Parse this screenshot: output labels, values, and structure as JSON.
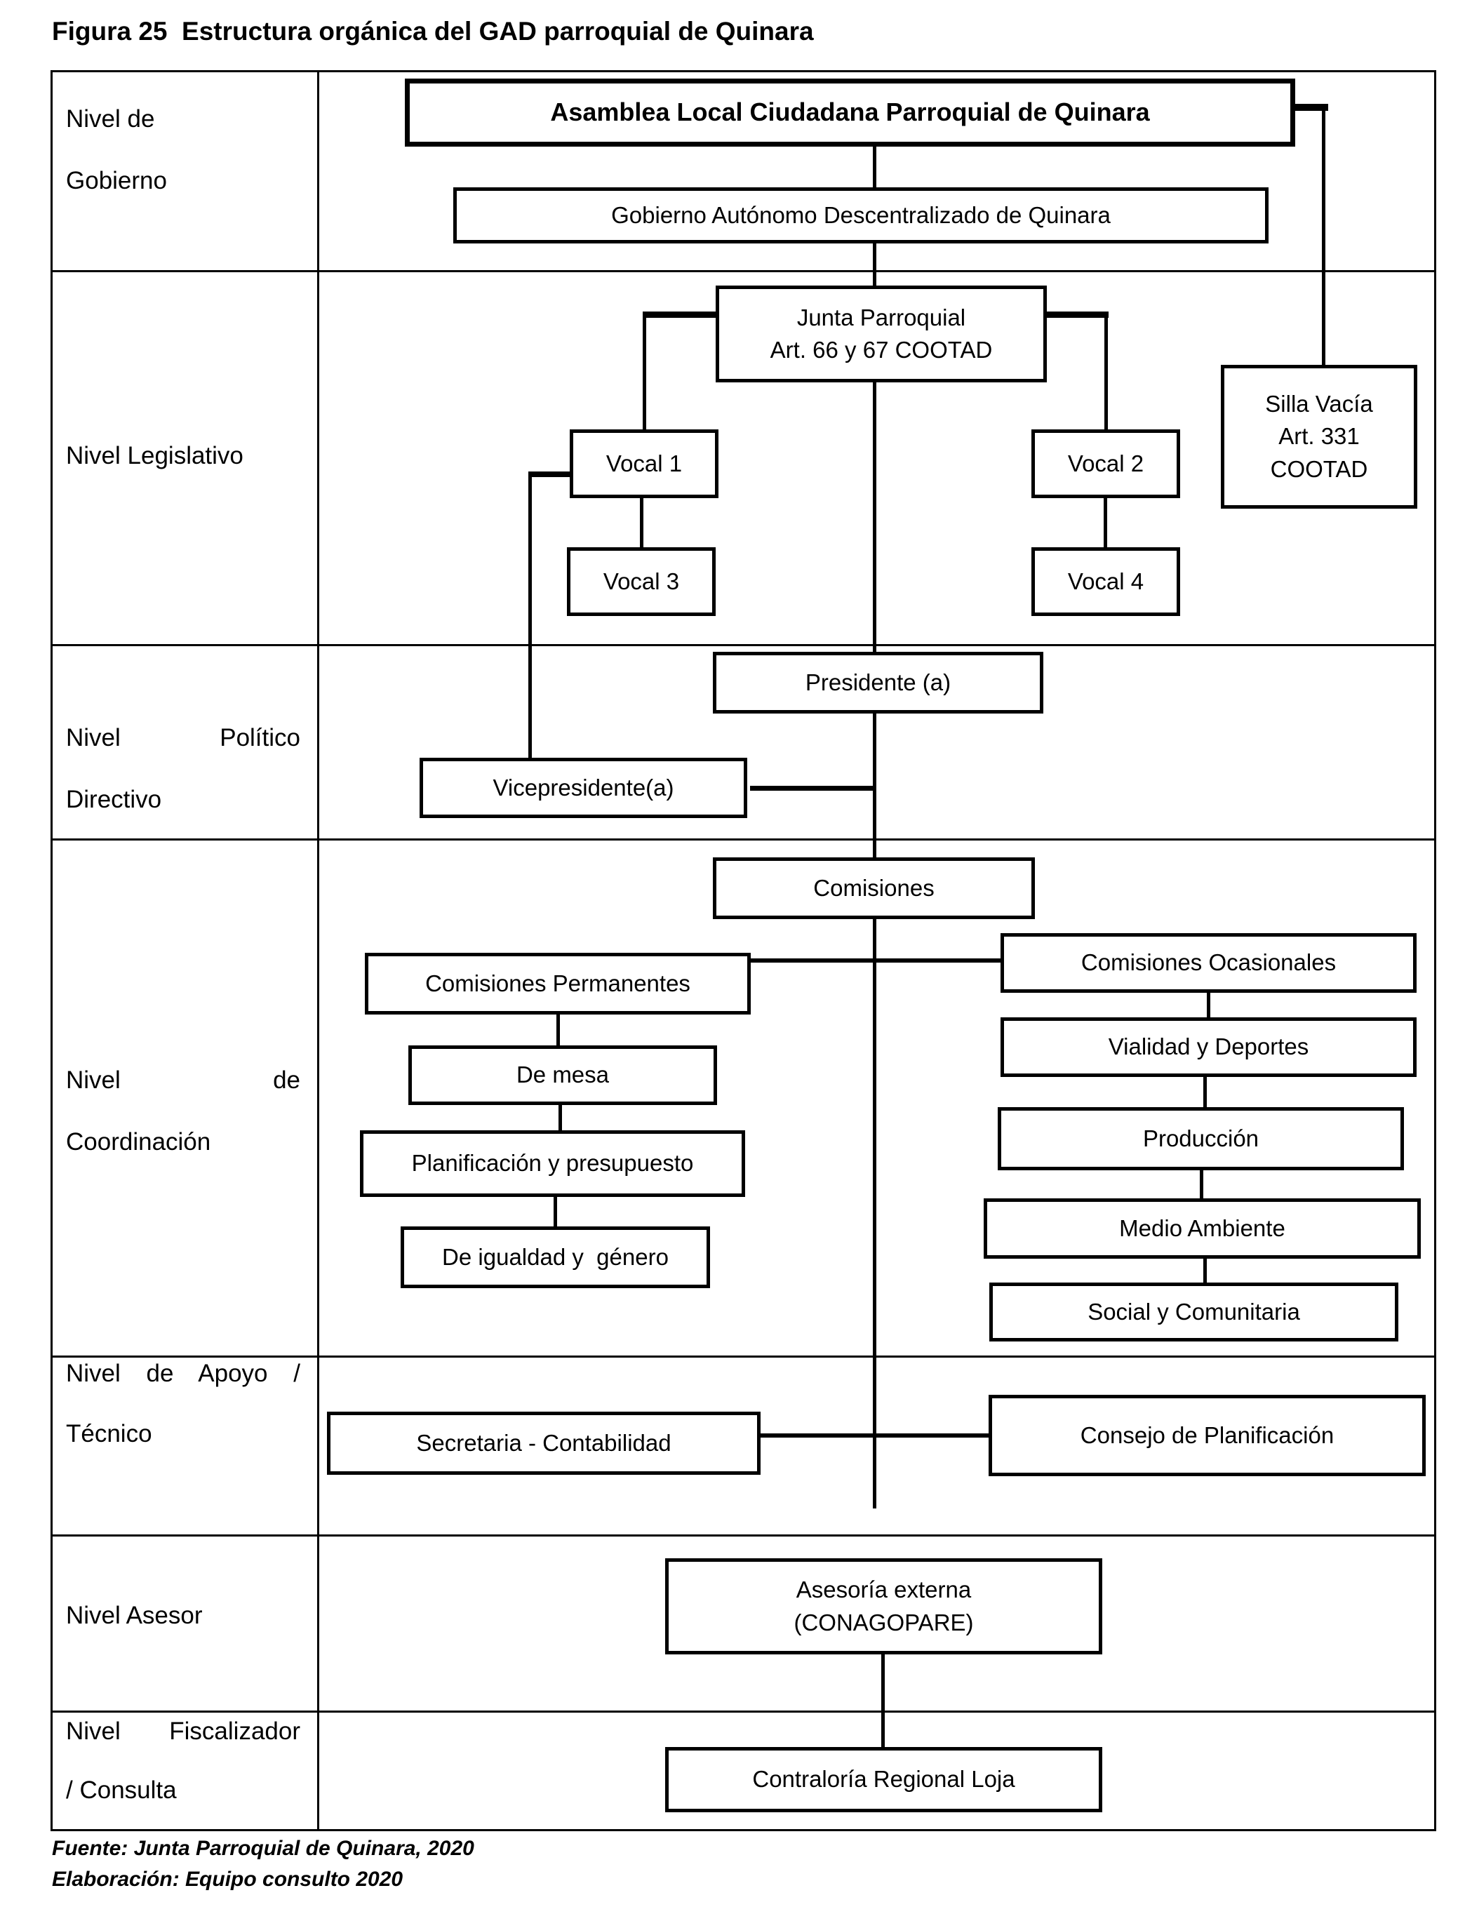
{
  "title": "Figura 25  Estructura orgánica del GAD parroquial de Quinara",
  "levels": {
    "gobierno": {
      "line1": "Nivel de",
      "line2": "Gobierno"
    },
    "legislativo": {
      "line1": "Nivel Legislativo"
    },
    "politico": {
      "line1": "Nivel Político",
      "line2": "Directivo"
    },
    "coordinacion": {
      "line1": "Nivel de",
      "line2": "Coordinación"
    },
    "apoyo": {
      "line1": "Nivel de Apoyo /",
      "line2": "Técnico"
    },
    "asesor": {
      "line1": "Nivel Asesor"
    },
    "fiscalizador": {
      "line1": "Nivel Fiscalizador",
      "line2": "/ Consulta"
    }
  },
  "boxes": {
    "asamblea": {
      "label": "Asamblea Local Ciudadana Parroquial de Quinara"
    },
    "gobierno": {
      "label": "Gobierno Autónomo Descentralizado de Quinara"
    },
    "junta": {
      "line1": "Junta Parroquial",
      "line2": "Art. 66 y 67 COOTAD"
    },
    "silla": {
      "line1": "Silla Vacía",
      "line2": "Art. 331",
      "line3": "COOTAD"
    },
    "vocal1": {
      "label": "Vocal 1"
    },
    "vocal2": {
      "label": "Vocal 2"
    },
    "vocal3": {
      "label": "Vocal 3"
    },
    "vocal4": {
      "label": "Vocal 4"
    },
    "presidente": {
      "label": "Presidente (a)"
    },
    "vicepresidente": {
      "label": "Vicepresidente(a)"
    },
    "comisiones": {
      "label": "Comisiones"
    },
    "permanentes": {
      "label": "Comisiones Permanentes"
    },
    "ocasionales": {
      "label": "Comisiones Ocasionales"
    },
    "de_mesa": {
      "label": "De mesa"
    },
    "vialidad": {
      "label": "Vialidad y Deportes"
    },
    "planificacion": {
      "label": "Planificación y presupuesto"
    },
    "produccion": {
      "label": "Producción"
    },
    "igualdad": {
      "label": "De igualdad y  género"
    },
    "medio_ambiente": {
      "label": "Medio Ambiente"
    },
    "social": {
      "label": "Social y Comunitaria"
    },
    "secretaria": {
      "label": "Secretaria - Contabilidad"
    },
    "consejo": {
      "label": "Consejo de Planificación"
    },
    "asesoria": {
      "line1": "Asesoría externa",
      "line2": "(CONAGOPARE)"
    },
    "contraloria": {
      "label": "Contraloría Regional Loja"
    }
  },
  "footer": {
    "source": "Fuente: Junta Parroquial de Quinara, 2020",
    "elaboration": "Elaboración: Equipo consulto 2020"
  },
  "colors": {
    "ink": "#000000",
    "paper": "#ffffff"
  }
}
